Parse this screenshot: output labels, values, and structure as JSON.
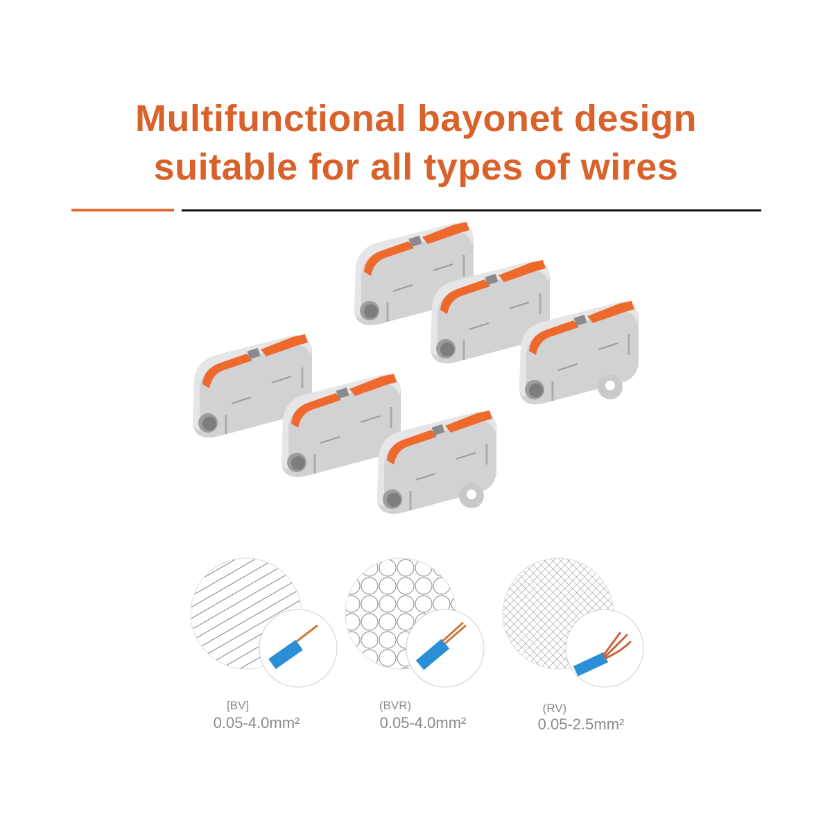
{
  "headline": {
    "line1": "Multifunctional bayonet design",
    "line2": "suitable for all types of wires"
  },
  "wire_types": [
    {
      "code": "[BV]",
      "range": "0.05-4.0mm²"
    },
    {
      "code": "(BVR)",
      "range": "0.05-4.0mm²"
    },
    {
      "code": "(RV)",
      "range": "0.05-2.5mm²"
    }
  ],
  "colors": {
    "accent": "#d9622b",
    "lever": "#ee6a2c",
    "body": "#c9c9cb",
    "wire": "#2a8fd6"
  }
}
